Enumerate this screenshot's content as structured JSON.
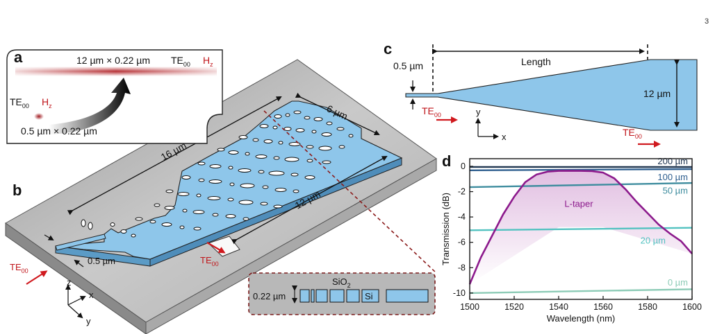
{
  "page_number": "3",
  "panels": {
    "a": {
      "label": "a",
      "wide_dims": "12 µm × 0.22 µm",
      "wide_mode": "TE",
      "wide_mode_sub": "00",
      "wide_field": "H",
      "wide_field_sub": "z",
      "narrow_mode": "TE",
      "narrow_mode_sub": "00",
      "narrow_field": "H",
      "narrow_field_sub": "z",
      "narrow_dims": "0.5 µm × 0.22 µm"
    },
    "b": {
      "label": "b",
      "dim_length": "16 µm",
      "dim_top_width": "6 µm",
      "dim_output_width": "12 µm",
      "dim_input_width": "0.5 µm",
      "input_mode": "TE",
      "input_mode_sub": "00",
      "output_mode": "TE",
      "output_mode_sub": "00",
      "axis_z": "z",
      "axis_x": "x",
      "axis_y": "y",
      "inset_cladding": "SiO",
      "inset_cladding_sub": "2",
      "inset_thickness": "0.22 µm",
      "inset_core": "Si"
    },
    "c": {
      "label": "c",
      "dim_length": "Length",
      "dim_input_width": "0.5 µm",
      "dim_output_width": "12 µm",
      "input_mode": "TE",
      "input_mode_sub": "00",
      "output_mode": "TE",
      "output_mode_sub": "00",
      "axis_y": "y",
      "axis_x": "x"
    },
    "d": {
      "label": "d"
    }
  },
  "colors": {
    "si": "#8ec6ea",
    "si_dark": "#5b9bc6",
    "substrate": "#c6c6c6",
    "red_arrow": "#d0191e",
    "taper_curve": "#8c1a8c"
  },
  "chart_data": {
    "type": "line",
    "xlabel": "Wavelength (nm)",
    "ylabel": "Transmission (dB)",
    "xlim": [
      1500,
      1600
    ],
    "ylim": [
      -10.5,
      0.6
    ],
    "xticks": [
      1500,
      1520,
      1540,
      1560,
      1580,
      1600
    ],
    "yticks": [
      0,
      -2,
      -4,
      -6,
      -8,
      -10
    ],
    "grid": false,
    "legend": "inline labels at right",
    "series": [
      {
        "name": "200 µm",
        "color": "#1f3550",
        "x": [
          1500,
          1600
        ],
        "y": [
          -0.05,
          -0.05
        ]
      },
      {
        "name": "100 µm",
        "color": "#2f5f8f",
        "x": [
          1500,
          1600
        ],
        "y": [
          -0.32,
          -0.22
        ]
      },
      {
        "name": "50 µm",
        "color": "#3d8c9e",
        "x": [
          1500,
          1600
        ],
        "y": [
          -1.65,
          -1.32
        ]
      },
      {
        "name": "20 µm",
        "color": "#52c2c0",
        "x": [
          1500,
          1600
        ],
        "y": [
          -5.05,
          -4.85
        ]
      },
      {
        "name": "0 µm",
        "color": "#8ccbb6",
        "x": [
          1500,
          1600
        ],
        "y": [
          -10.0,
          -9.7
        ]
      },
      {
        "name": "L-taper",
        "color": "#8c1a8c",
        "x": [
          1500,
          1505,
          1510,
          1515,
          1520,
          1525,
          1530,
          1535,
          1540,
          1545,
          1550,
          1555,
          1560,
          1565,
          1570,
          1575,
          1580,
          1585,
          1590,
          1595,
          1600
        ],
        "y": [
          -9.3,
          -7.2,
          -5.5,
          -3.8,
          -2.4,
          -1.25,
          -0.65,
          -0.42,
          -0.36,
          -0.35,
          -0.36,
          -0.38,
          -0.5,
          -0.95,
          -1.8,
          -2.8,
          -3.7,
          -4.6,
          -5.3,
          -5.9,
          -6.9
        ]
      }
    ]
  }
}
